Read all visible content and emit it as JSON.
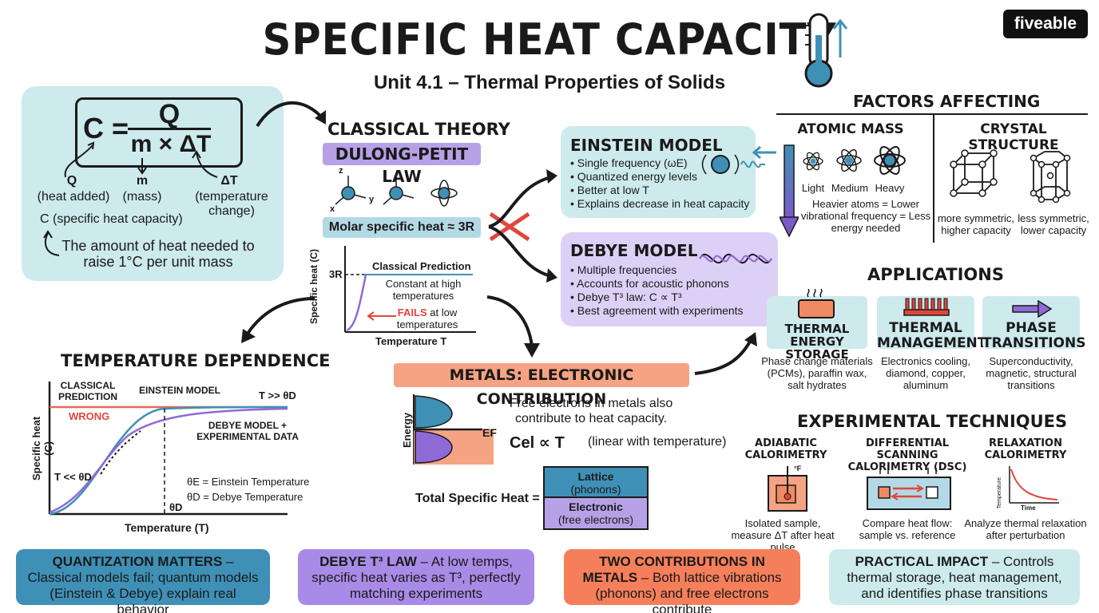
{
  "header": {
    "title": "SPECIFIC HEAT CAPACITY",
    "subtitle": "Unit 4.1 – Thermal Properties of Solids",
    "logo": "fiveable"
  },
  "formula": {
    "c": "C =",
    "numerator": "Q",
    "denominator": "m × ΔT",
    "q_sym": "Q",
    "q_label": "(heat added)",
    "m_sym": "m",
    "m_label": "(mass)",
    "dt_sym": "ΔT",
    "dt_label": "(temperature change)",
    "c_def": "C (specific heat capacity)",
    "definition": "The amount of heat needed to raise 1°C per unit mass"
  },
  "classical": {
    "heading": "CLASSICAL THEORY",
    "law": "DULONG-PETIT LAW",
    "molar": "Molar specific heat ≈ 3R",
    "axis_z": "z",
    "axis_y": "y",
    "axis_x": "x",
    "graph_y": "Specific heat (C)",
    "graph_x": "Temperature T",
    "three_r": "3R",
    "prediction": "Classical Prediction",
    "constant": "Constant at high temperatures",
    "fails_word": "FAILS",
    "fails_rest": "at low temperatures"
  },
  "einstein": {
    "title": "EINSTEIN MODEL",
    "bullets": [
      "Single frequency (ωE)",
      "Quantized energy levels",
      "Better at low T",
      "Explains decrease in heat capacity"
    ]
  },
  "debye": {
    "title": "DEBYE MODEL",
    "bullets": [
      "Multiple frequencies",
      "Accounts for acoustic phonons",
      "Debye T³ law: C ∝ T³",
      "Best agreement with experiments"
    ]
  },
  "factors": {
    "heading": "FACTORS AFFECTING",
    "atomic_mass": "ATOMIC MASS",
    "light": "Light",
    "medium": "Medium",
    "heavy": "Heavy",
    "mass_note": "Heavier atoms = Lower vibrational frequency = Less energy needed",
    "crystal": "CRYSTAL STRUCTURE",
    "sym_more": "more symmetric, higher capacity",
    "sym_less": "less symmetric, lower capacity"
  },
  "applications": {
    "heading": "APPLICATIONS",
    "items": [
      {
        "title": "THERMAL ENERGY STORAGE",
        "desc": "Phase change materials (PCMs), paraffin wax, salt hydrates"
      },
      {
        "title": "THERMAL MANAGEMENT",
        "desc": "Electronics cooling, diamond, copper, aluminum"
      },
      {
        "title": "PHASE TRANSITIONS",
        "desc": "Superconductivity, magnetic, structural transitions"
      }
    ]
  },
  "experimental": {
    "heading": "EXPERIMENTAL TECHNIQUES",
    "items": [
      {
        "title": "ADIABATIC CALORIMETRY",
        "desc": "Isolated sample, measure ΔT after heat pulse"
      },
      {
        "title": "DIFFERENTIAL SCANNING CALORIMETRY (DSC)",
        "desc": "Compare heat flow: sample vs. reference"
      },
      {
        "title": "RELAXATION CALORIMETRY",
        "desc": "Analyze thermal relaxation after perturbation"
      }
    ],
    "thermo_unit": "°F",
    "relax_y": "Temperature",
    "relax_x": "Time"
  },
  "temp_dep": {
    "heading": "TEMPERATURE DEPENDENCE",
    "classical": "CLASSICAL PREDICTION",
    "wrong": "WRONG",
    "einstein": "EINSTEIN MODEL",
    "high_t": "T >> θD",
    "debye": "DEBYE MODEL + EXPERIMENTAL DATA",
    "low_t": "T << θD",
    "theta_e": "θE = Einstein Temperature",
    "theta_d": "θD = Debye Temperature",
    "theta_mark": "θD",
    "y_label": "Specific heat (C)",
    "x_label": "Temperature (T)"
  },
  "metals": {
    "banner": "METALS: ELECTRONIC CONTRIBUTION",
    "energy": "Energy",
    "fermi": "EF",
    "free_e": "Free electrons in metals also contribute to heat capacity.",
    "cel": "Cel ∝ T",
    "cel_note": "(linear with temperature)",
    "total": "Total Specific Heat =",
    "lattice": "Lattice",
    "lattice_sub": "(phonons)",
    "electronic": "Electronic",
    "electronic_sub": "(free electrons)"
  },
  "bottom": [
    {
      "bold": "QUANTIZATION MATTERS",
      "text": " – Classical models fail; quantum models (Einstein & Debye) explain real behavior",
      "color": "#3b8fc2"
    },
    {
      "bold": "DEBYE T³ LAW",
      "text": " – At low temps, specific heat varies as T³, perfectly matching experiments",
      "color": "#a88be6"
    },
    {
      "bold": "TWO CONTRIBUTIONS IN METALS",
      "text": " – Both lattice vibrations (phonons) and free electrons contribute",
      "color": "#f57f5b"
    },
    {
      "bold": "PRACTICAL IMPACT",
      "text": " – Controls thermal storage, heat management, and identifies phase transitions",
      "color": "#cdeaec"
    }
  ],
  "colors": {
    "teal": "#cdeaec",
    "purple": "#ddd0f6",
    "orange": "#f6a384",
    "blue_line": "#3f90b6",
    "purple_line": "#8d6ad6",
    "red": "#e0473c"
  }
}
